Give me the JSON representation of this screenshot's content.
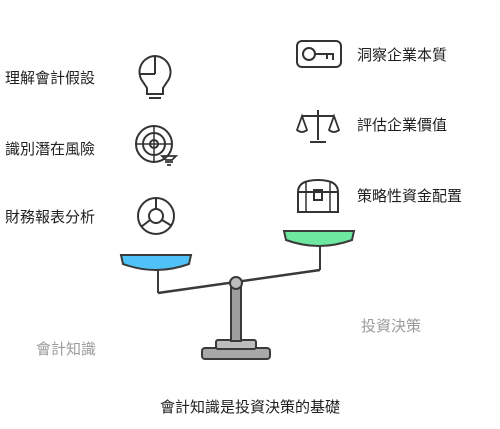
{
  "left_items": [
    {
      "label": "理解會計假設",
      "icon": "lightbulb-pie-icon"
    },
    {
      "label": "識別潛在風險",
      "icon": "radar-risk-icon"
    },
    {
      "label": "財務報表分析",
      "icon": "pie-chart-icon"
    }
  ],
  "right_items": [
    {
      "label": "洞察企業本質",
      "icon": "key-icon"
    },
    {
      "label": "評估企業價值",
      "icon": "balance-scale-icon"
    },
    {
      "label": "策略性資金配置",
      "icon": "treasure-chest-icon"
    }
  ],
  "left_title": "會計知識",
  "right_title": "投資決策",
  "caption": "會計知識是投資決策的基礎",
  "colors": {
    "left_pan": "#4fc3f7",
    "right_pan": "#6ee7a0",
    "stroke": "#3a3a3a",
    "scale_gray": "#9e9e9e"
  }
}
